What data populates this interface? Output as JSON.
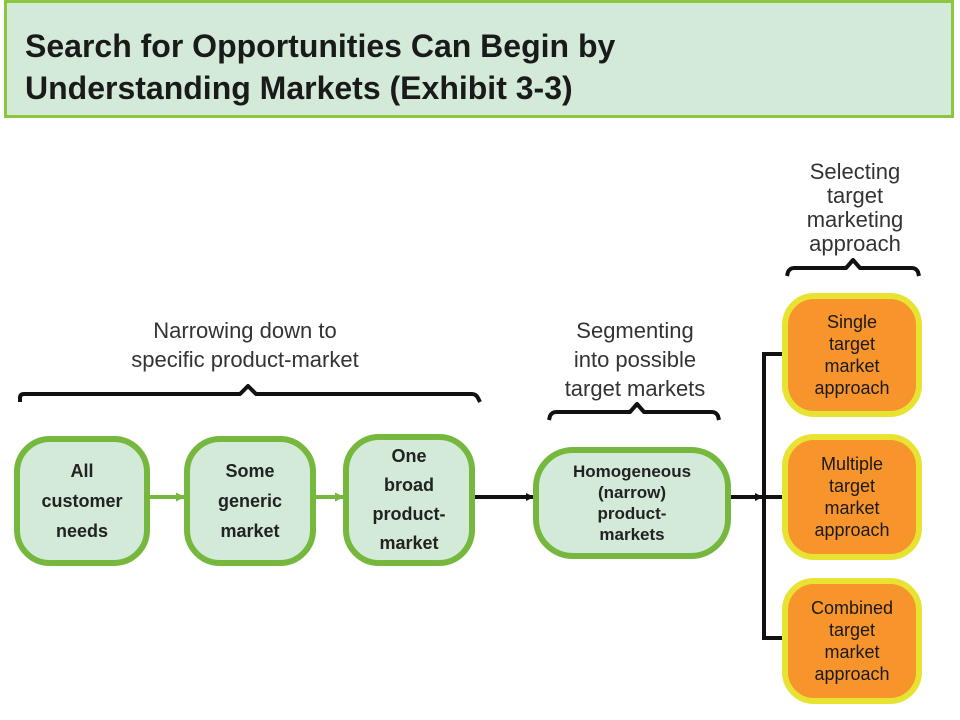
{
  "title": {
    "line1": "Search for Opportunities Can Begin by",
    "line2": "Understanding Markets (Exhibit 3-3)"
  },
  "labels": {
    "narrowing_line1": "Narrowing down to",
    "narrowing_line2": "specific product-market",
    "segmenting_line1": "Segmenting",
    "segmenting_line2": "into possible",
    "segmenting_line3": "target markets",
    "selecting_line1": "Selecting",
    "selecting_line2": "target",
    "selecting_line3": "marketing",
    "selecting_line4": "approach"
  },
  "boxes": {
    "all_needs": [
      "All",
      "customer",
      "needs"
    ],
    "generic": [
      "Some",
      "generic",
      "market"
    ],
    "broad": [
      "One",
      "broad",
      "product-",
      "market"
    ],
    "homogeneous": [
      "Homogeneous",
      "(narrow)",
      "product-",
      "markets"
    ]
  },
  "approaches": {
    "single": [
      "Single",
      "target",
      "market",
      "approach"
    ],
    "multiple": [
      "Multiple",
      "target",
      "market",
      "approach"
    ],
    "combined": [
      "Combined",
      "target",
      "market",
      "approach"
    ]
  },
  "colors": {
    "title_bg": "#d3ead9",
    "title_border": "#8cc63e",
    "box_fill": "#d3ead9",
    "box_border": "#76b83e",
    "approach_fill": "#f7942c",
    "approach_border": "#e8e332",
    "connector": "#111111",
    "green_arrow": "#76b83e"
  }
}
